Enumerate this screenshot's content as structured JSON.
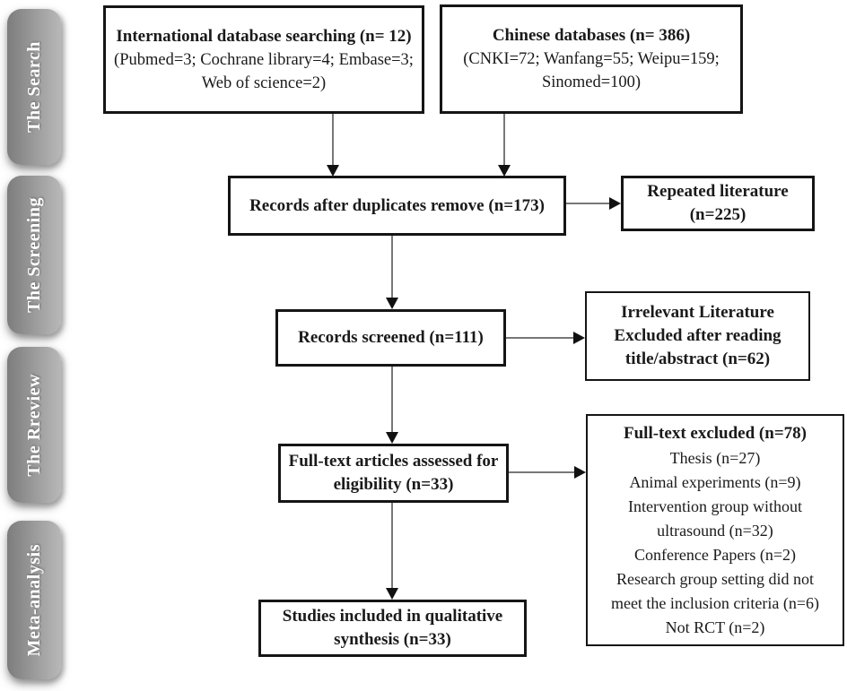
{
  "sidebar": {
    "items": [
      {
        "label": "The Search"
      },
      {
        "label": "The Screening"
      },
      {
        "label": "The Rreview"
      },
      {
        "label": "Meta-analysis"
      }
    ]
  },
  "boxes": {
    "international": {
      "title": "International database searching (n= 12)",
      "line1": "(Pubmed=3; Cochrane library=4; Embase=3;",
      "line2": "Web of science=2)"
    },
    "chinese": {
      "title": "Chinese databases (n= 386)",
      "line1": "(CNKI=72; Wanfang=55; Weipu=159;",
      "line2": "Sinomed=100)"
    },
    "duplicates": {
      "title": "Records after duplicates remove (n=173)"
    },
    "repeated": {
      "line1": "Repeated literature",
      "line2": "(n=225)"
    },
    "screened": {
      "title": "Records screened (n=111)"
    },
    "irrelevant": {
      "line1": "Irrelevant Literature",
      "line2": "Excluded after reading",
      "line3": "title/abstract (n=62)"
    },
    "fulltext": {
      "line1": "Full-text articles assessed for",
      "line2": "eligibility (n=33)"
    },
    "excluded": {
      "title": "Full-text excluded (n=78)",
      "lines": [
        "Thesis (n=27)",
        "Animal experiments (n=9)",
        "Intervention group without",
        "ultrasound (n=32)",
        "Conference Papers (n=2)",
        "Research group setting did not",
        "meet the inclusion criteria (n=6)",
        "Not RCT (n=2)"
      ]
    },
    "included": {
      "line1": "Studies included in qualitative",
      "line2": "synthesis (n=33)"
    }
  },
  "colors": {
    "box_border": "#151515",
    "arrow_line": "#4a4a4a",
    "arrow_head": "#111111",
    "tab_gradient_start": "#7d7d7d",
    "tab_gradient_end": "#b8b8b8",
    "tab_text": "#ffffff"
  }
}
